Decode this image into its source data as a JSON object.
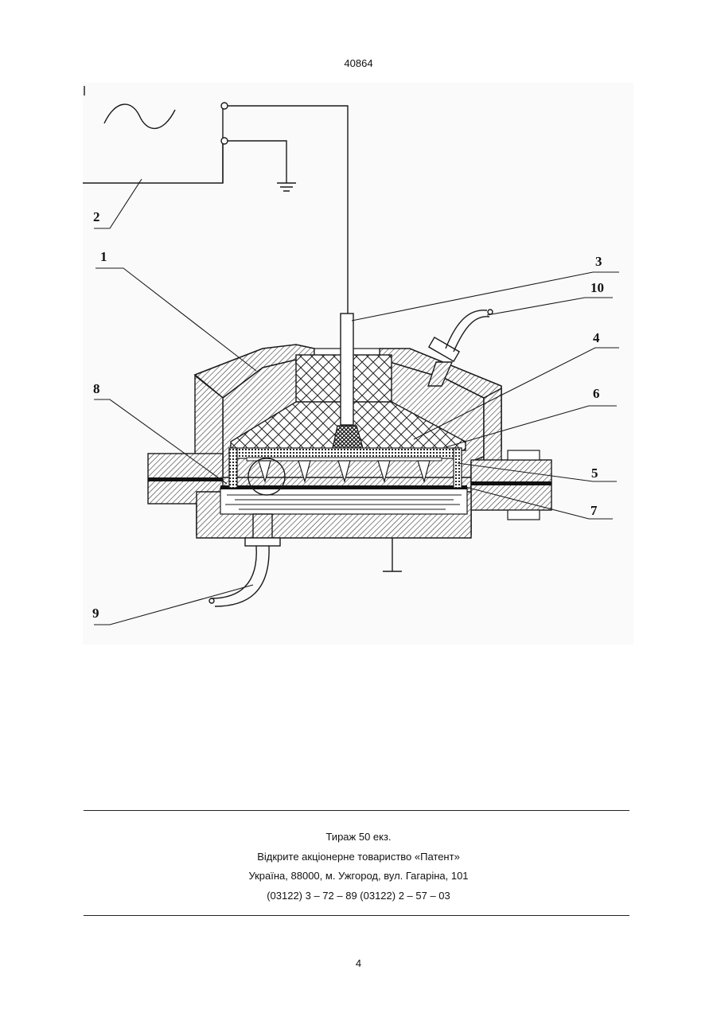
{
  "header": {
    "patent_number": "40864"
  },
  "figure": {
    "labels": {
      "l1": "1",
      "l2": "2",
      "l3": "3",
      "l4": "4",
      "l5": "5",
      "l6": "6",
      "l7": "7",
      "l8": "8",
      "l9": "9",
      "l10": "10"
    },
    "colors": {
      "ink": "#1a1a1a",
      "hatch": "#333333",
      "paper": "#fafafa"
    }
  },
  "imprint": {
    "line1": "Тираж 50 екз.",
    "line2": "Відкрите акціонерне товариство «Патент»",
    "line3": "Україна, 88000, м. Ужгород, вул. Гагаріна, 101",
    "line4": "(03122) 3 – 72 – 89   (03122) 2 – 57 – 03"
  },
  "footer": {
    "page_number": "4"
  }
}
